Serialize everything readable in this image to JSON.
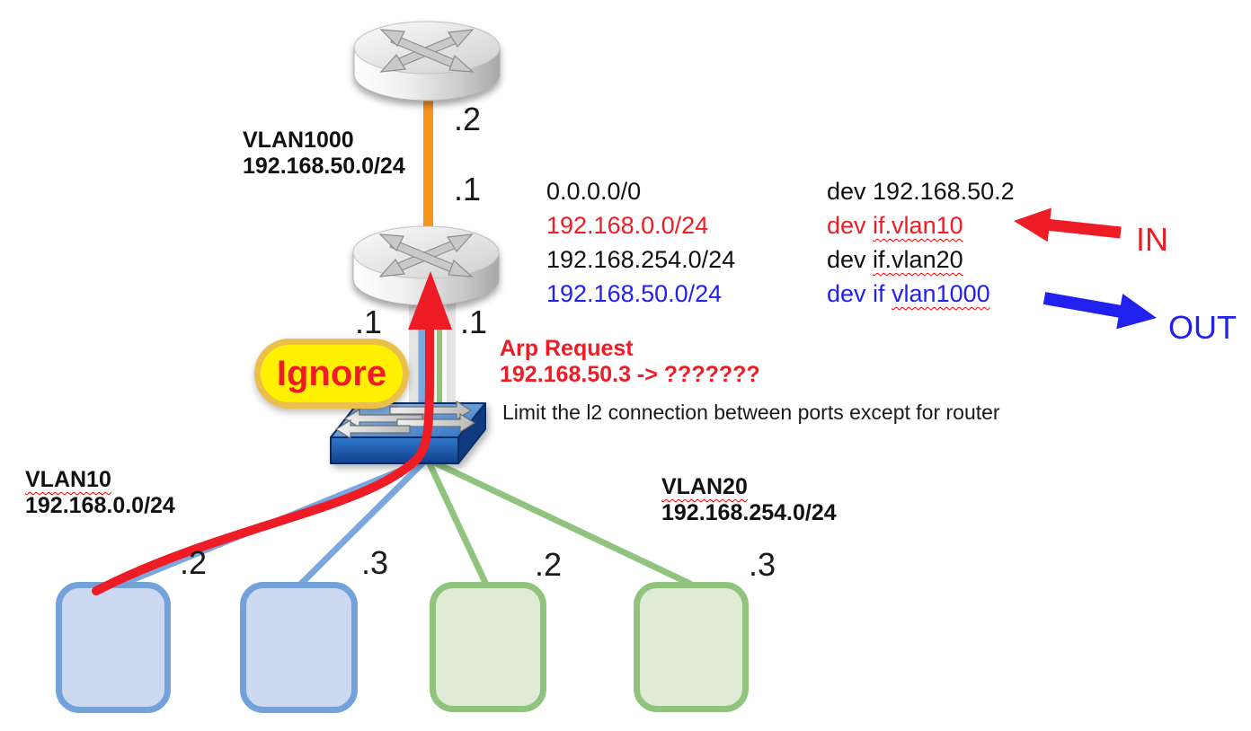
{
  "uplink": {
    "vlan_name": "VLAN1000",
    "subnet": "192.168.50.0/24",
    "top_ip": ".2",
    "bottom_ip": ".1"
  },
  "router_interfaces": {
    "left_ip": ".1",
    "right_ip": ".1"
  },
  "routing_table": {
    "rows": [
      {
        "destination": "0.0.0.0/0",
        "via_plain": "dev 192.168.50.2",
        "via_wavy": "",
        "color": "#111111"
      },
      {
        "destination": "192.168.0.0/24",
        "via_plain": "dev ",
        "via_wavy": "if.vlan10",
        "color": "#ee1c25"
      },
      {
        "destination": "192.168.254.0/24",
        "via_plain": "dev ",
        "via_wavy": "if.vlan20",
        "color": "#111111"
      },
      {
        "destination": "192.168.50.0/24",
        "via_plain": "dev if ",
        "via_wavy": "vlan1000",
        "color": "#2121ef"
      }
    ]
  },
  "flow_labels": {
    "in": "IN",
    "out": "OUT"
  },
  "ignore_badge": {
    "label": "Ignore"
  },
  "arp_note": {
    "line1": "Arp Request",
    "line2": "192.168.50.3 -> ???????"
  },
  "l2_note": "Limit the l2 connection between ports except for router",
  "vlan10": {
    "name": "VLAN10",
    "subnet": "192.168.0.0/24"
  },
  "vlan20": {
    "name": "VLAN20",
    "subnet": "192.168.254.0/24"
  },
  "hosts": [
    {
      "vlan": "VLAN10",
      "ip_suffix": ".2"
    },
    {
      "vlan": "VLAN10",
      "ip_suffix": ".3"
    },
    {
      "vlan": "VLAN20",
      "ip_suffix": ".2"
    },
    {
      "vlan": "VLAN20",
      "ip_suffix": ".3"
    }
  ],
  "colors": {
    "red": "#ee1c25",
    "blue": "#2121ef",
    "orange_link": "#f7941e",
    "black_text": "#111111",
    "vlan10_host_fill": "#cdd9f0",
    "vlan10_host_border": "#73a2db",
    "vlan20_host_fill": "#dfebd5",
    "vlan20_host_border": "#90c47e",
    "badge_fill": "#fff100",
    "badge_border": "#ecbf4a",
    "switch_top": "#2f6fc0",
    "squiggle": "#ff0000",
    "trunk_gray": "#e4e4e4"
  }
}
